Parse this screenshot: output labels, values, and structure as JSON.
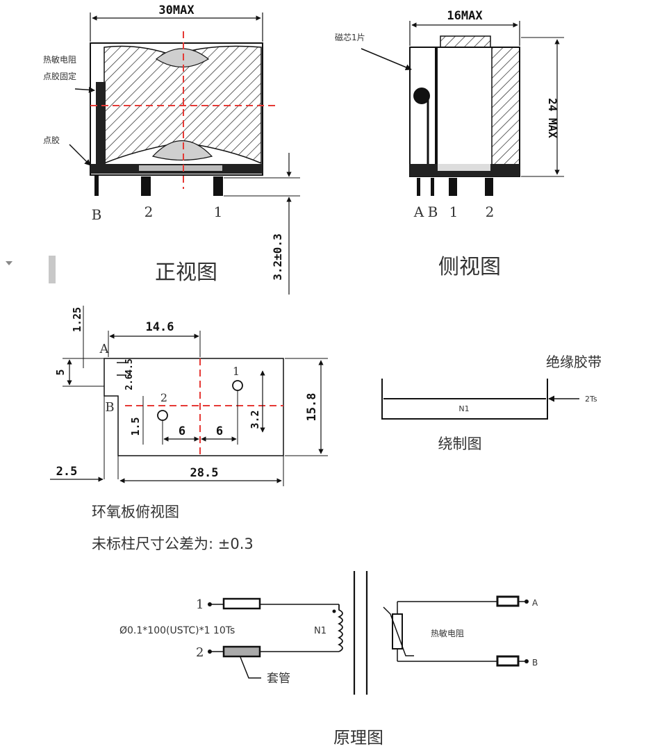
{
  "front_view": {
    "caption": "正视图",
    "width_label": "30MAX",
    "thermistor_label_1": "热敏电阻",
    "thermistor_label_2": "点胶固定",
    "glue_label": "点胶",
    "pin_labels": [
      "B",
      "2",
      "1"
    ],
    "pin_length": "3.2±0.3"
  },
  "side_view": {
    "caption": "侧视图",
    "width_label": "16MAX",
    "height_label": "24 MAX",
    "core_label": "磁芯1片",
    "pin_labels": [
      "A",
      "B",
      "1",
      "2"
    ]
  },
  "bottom_view": {
    "caption": "环氧板俯视图",
    "tolerance_note": "未标柱尺寸公差为: ±0.3",
    "dims": [
      "14.6",
      "1.25",
      "5",
      "4.5",
      "2.6",
      "1.5",
      "6",
      "6",
      "3.2",
      "15.8",
      "2.5",
      "28.5"
    ],
    "pin_labels": [
      "A",
      "B",
      "1",
      "2"
    ]
  },
  "winding_view": {
    "caption": "绕制图",
    "tape_label": "绝缘胶带",
    "turns_label": "2Ts",
    "winding_label": "N1"
  },
  "schematic": {
    "caption": "原理图",
    "pin1": "1",
    "pin2": "2",
    "wire_spec": "Ø0.1*100(USTC)*1  10Ts",
    "winding_label": "N1",
    "sleeve_label": "套管",
    "thermistor_label": "热敏电阻",
    "terminal_a": "A",
    "terminal_b": "B"
  }
}
